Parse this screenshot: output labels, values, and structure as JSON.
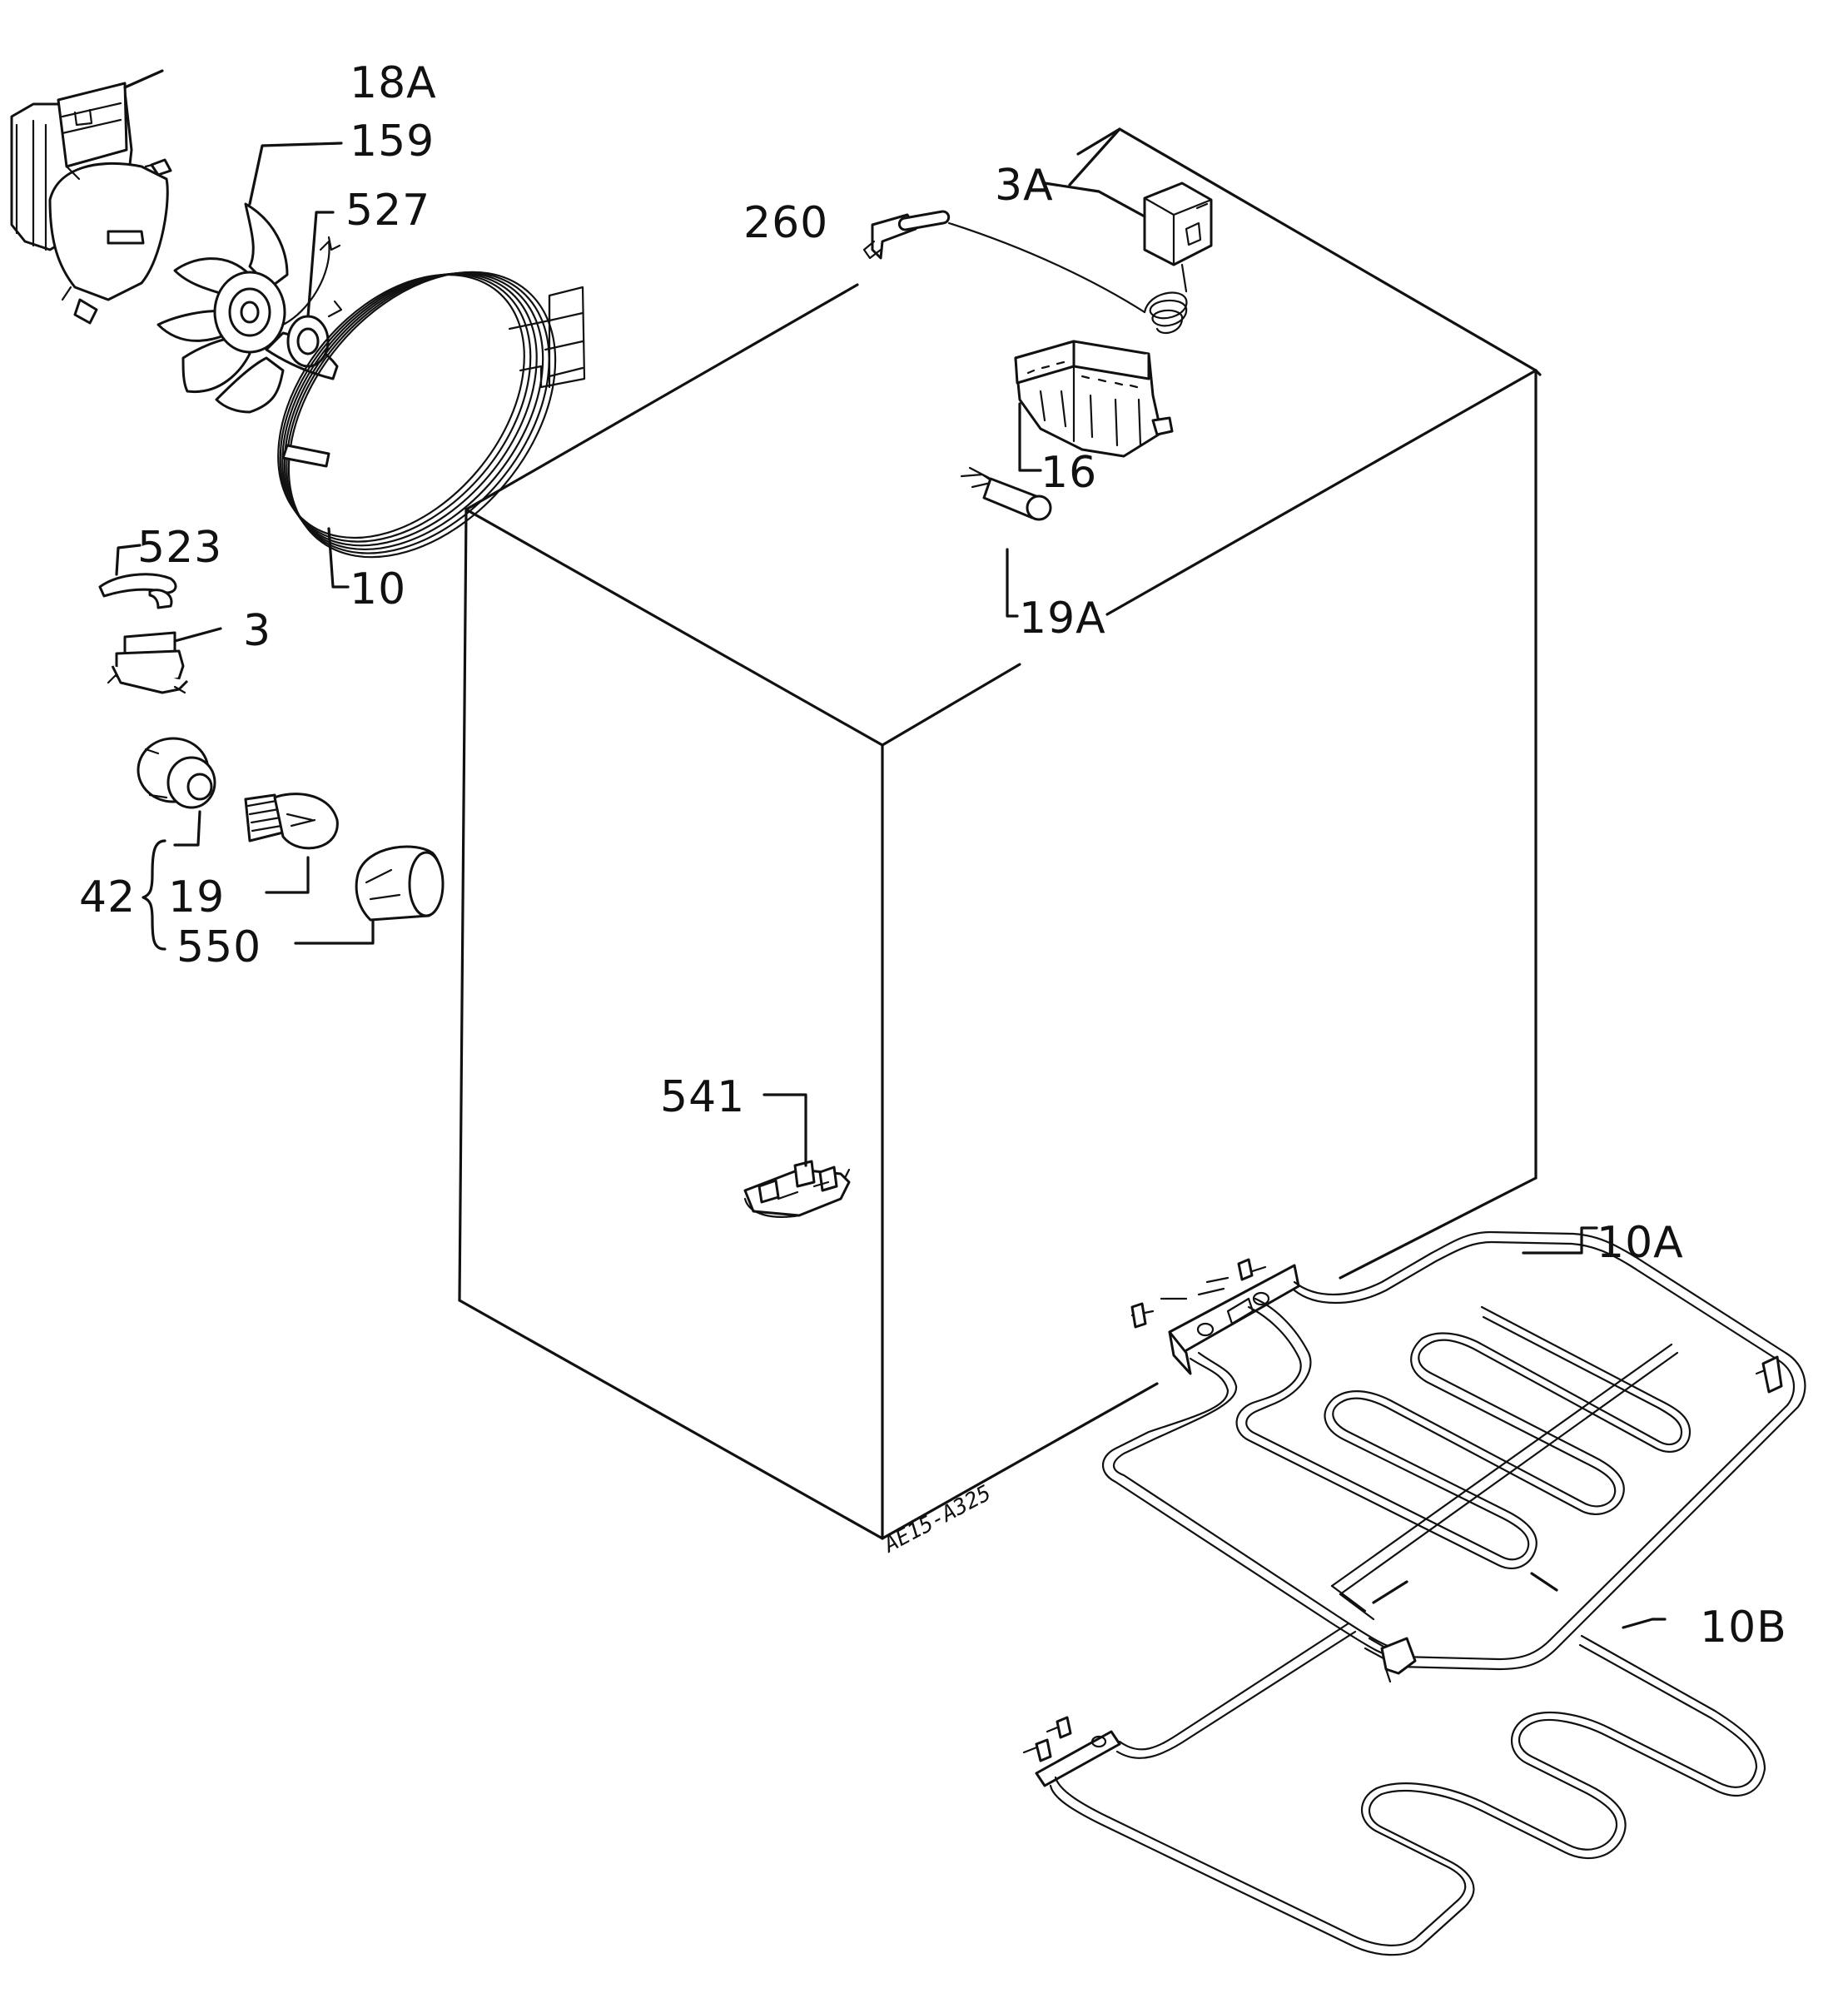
{
  "labels": {
    "l18A": "18A",
    "l159": "159",
    "l527": "527",
    "l260": "260",
    "l3A": "3A",
    "l16": "16",
    "l19A": "19A",
    "l10": "10",
    "l523": "523",
    "l3": "3",
    "l42": "42",
    "l19": "19",
    "l550": "550",
    "l541": "541",
    "l10A": "10A",
    "l10B": "10B"
  },
  "drawing_code": "AE15-A325",
  "icons": {
    "fan_motor": "fan-motor-icon",
    "fan_blade": "fan-blade-icon",
    "fan_nut": "fan-nut-icon",
    "circular_element": "circular-heating-element-icon",
    "thermostat_clip": "thermostat-clip-icon",
    "thermostat": "thermostat-icon",
    "lamp_holder": "lamp-holder-icon",
    "lamp_bulb": "lamp-bulb-icon",
    "lamp_cover": "lamp-cover-icon",
    "sensor_probe": "sensor-probe-icon",
    "safety_thermostat": "safety-thermostat-icon",
    "selector_switch": "selector-switch-icon",
    "indicator_lamp": "indicator-lamp-icon",
    "terminal_block": "terminal-block-icon",
    "grill_element": "grill-element-icon",
    "bottom_element": "bottom-element-icon",
    "oven_cavity": "oven-cavity-box-icon"
  }
}
